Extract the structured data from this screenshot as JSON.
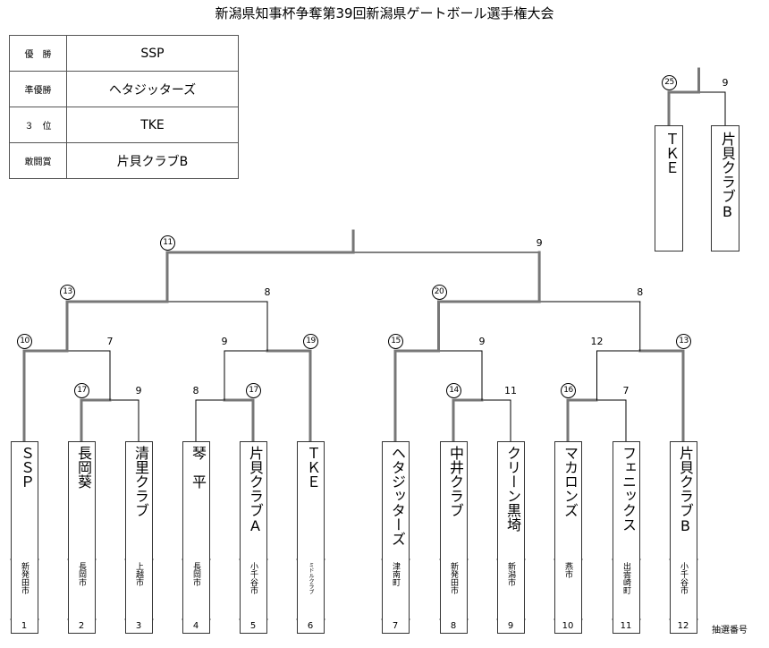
{
  "title": "新潟県知事杯争奪第39回新潟県ゲートボール選手権大会",
  "results": [
    {
      "label": "優　勝",
      "value": "SSP"
    },
    {
      "label": "準優勝",
      "value": "ヘタジッターズ"
    },
    {
      "label": "３　位",
      "value": "TKE"
    },
    {
      "label": "敢闘賞",
      "value": "片貝クラブB"
    }
  ],
  "teams": [
    {
      "name": "ＳＳＰ",
      "city": "新発田市",
      "draw": "1"
    },
    {
      "name": "長岡葵",
      "city": "長岡市",
      "draw": "2"
    },
    {
      "name": "清里クラブ",
      "city": "上越市",
      "draw": "3"
    },
    {
      "name": "琴　平",
      "city": "長岡市",
      "draw": "4"
    },
    {
      "name": "片貝クラブA",
      "city": "小千谷市",
      "draw": "5"
    },
    {
      "name": "ＴＫＥ",
      "city": "ミドルクラブ",
      "draw": "6"
    },
    {
      "name": "ヘタジッターズ",
      "city": "津南町",
      "draw": "7"
    },
    {
      "name": "中井クラブ",
      "city": "新発田市",
      "draw": "8"
    },
    {
      "name": "クリーン黒埼",
      "city": "新潟市",
      "draw": "9"
    },
    {
      "name": "マカロンズ",
      "city": "燕市",
      "draw": "10"
    },
    {
      "name": "フェニックス",
      "city": "出雲崎町",
      "draw": "11"
    },
    {
      "name": "片貝クラブB",
      "city": "小千谷市",
      "draw": "12"
    }
  ],
  "matches": {
    "r1": [
      {
        "winner": "17",
        "loser": "9"
      },
      {
        "winner": "17",
        "loser": "8"
      },
      {
        "winner": "14",
        "loser": "11"
      },
      {
        "winner": "16",
        "loser": "7"
      }
    ],
    "r2": [
      {
        "winner": "10",
        "loser": "7"
      },
      {
        "winner": "19",
        "loser": "9"
      },
      {
        "winner": "15",
        "loser": "9"
      },
      {
        "winner": "13",
        "loser": "12"
      }
    ],
    "semi": [
      {
        "winner": "13",
        "loser": "8"
      },
      {
        "winner": "20",
        "loser": "8"
      }
    ],
    "final": {
      "winner": "11",
      "loser": "9"
    }
  },
  "third_place": {
    "teams": [
      "ＴＫＥ",
      "片貝クラブB"
    ],
    "winner": "25",
    "loser": "9"
  },
  "footer": "抽選番号"
}
